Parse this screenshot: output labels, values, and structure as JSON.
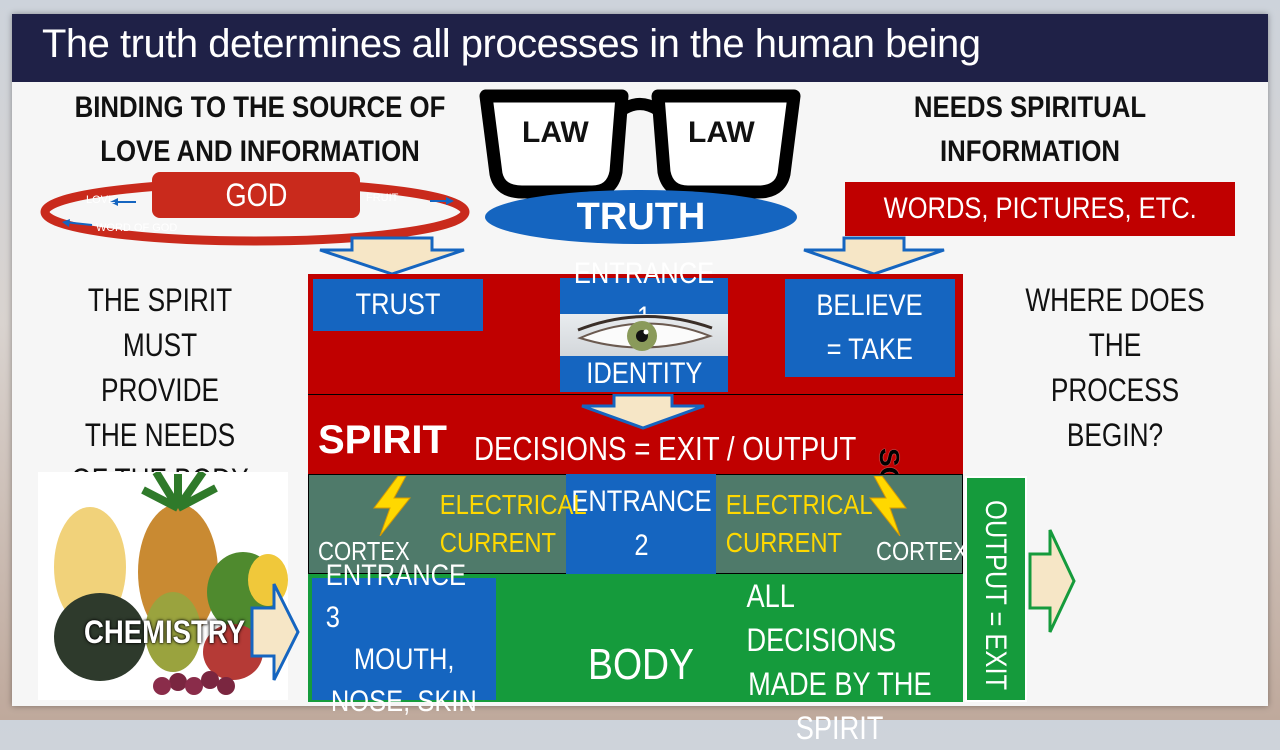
{
  "title": "The truth determines all processes in the human being",
  "left_heading": [
    "BINDING TO THE SOURCE OF",
    "LOVE AND INFORMATION"
  ],
  "god": {
    "label": "GOD",
    "love": "LOVE",
    "fruit": "FRUIT",
    "word": "WORD OF GOD"
  },
  "glasses": {
    "left": "LAW",
    "right": "LAW",
    "truth": "TRUTH"
  },
  "right_heading": [
    "NEEDS SPIRITUAL",
    "INFORMATION"
  ],
  "words_box": "WORDS, PICTURES, ETC.",
  "left_side": [
    "THE SPIRIT MUST",
    "PROVIDE",
    "THE NEEDS",
    "OF THE BODY"
  ],
  "right_side": [
    "WHERE DOES THE",
    "PROCESS BEGIN?"
  ],
  "trust": "TRUST",
  "entrance1": "ENTRANCE 1",
  "identity": "IDENTITY",
  "believe": [
    "BELIEVE",
    "= TAKE"
  ],
  "spirit": "SPIRIT",
  "decisions": "DECISIONS = EXIT / OUTPUT",
  "soul": "SOUL",
  "electrical_current": [
    "ELECTRICAL",
    "CURRENT"
  ],
  "cortex": "CORTEX",
  "entrance2": "ENTRANCE 2",
  "entrance3": [
    "ENTRANCE 3",
    "MOUTH,",
    "NOSE, SKIN"
  ],
  "body": "BODY",
  "all_decisions": [
    "ALL DECISIONS",
    "MADE BY THE",
    "SPIRIT"
  ],
  "output_exit": "OUTPUT = EXIT",
  "chemistry": "CHEMISTRY",
  "colors": {
    "navy": "#1f2147",
    "red": "#c00000",
    "blue": "#1565c0",
    "green": "#159b3c",
    "yellow": "#ffd800"
  }
}
